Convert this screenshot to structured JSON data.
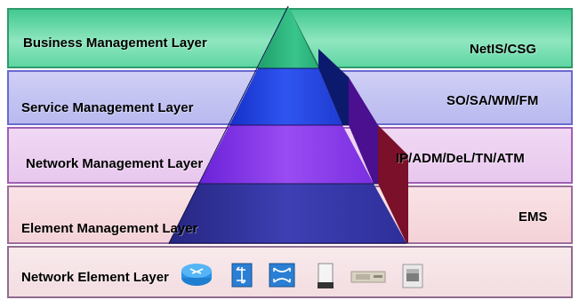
{
  "layers": [
    {
      "name": "Business Management Layer",
      "systems": "NetIS/CSG"
    },
    {
      "name": "Service Management Layer",
      "systems": "SO/SA/WM/FM"
    },
    {
      "name": "Network Management Layer",
      "systems": "IP/ADM/DeL/TN/ATM"
    },
    {
      "name": "Element Management Layer",
      "systems": "EMS"
    },
    {
      "name": "Network Element Layer",
      "systems": ""
    }
  ],
  "colors": {
    "business_band": "#5fd6a3",
    "service_band": "#b9b9ef",
    "network_band": "#e8c8ee",
    "element_band": "#f4d2d7",
    "pyramid_top": "#2aa874",
    "pyramid_service": "#1f3bd1",
    "pyramid_network": "#7a2fe0",
    "pyramid_element": "#2e2f9a",
    "pyramid_side_dark": "#7a1029"
  },
  "network_element_icons": [
    "router-icon",
    "switch-icon",
    "crossconnect-icon",
    "server-icon",
    "rack-equipment-icon",
    "device-icon"
  ]
}
